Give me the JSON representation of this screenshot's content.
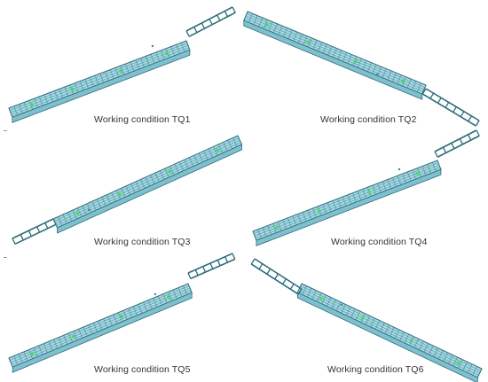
{
  "captions": [
    "Working condition TQ1",
    "Working condition TQ2",
    "Working condition TQ3",
    "Working condition TQ4",
    "Working condition TQ5",
    "Working condition TQ6"
  ],
  "colors": {
    "deck_fill": "#a7d8e2",
    "deck_stroke": "#2d6c7b",
    "grid_stroke": "#3f8898",
    "node_green": "#3ddf55"
  }
}
